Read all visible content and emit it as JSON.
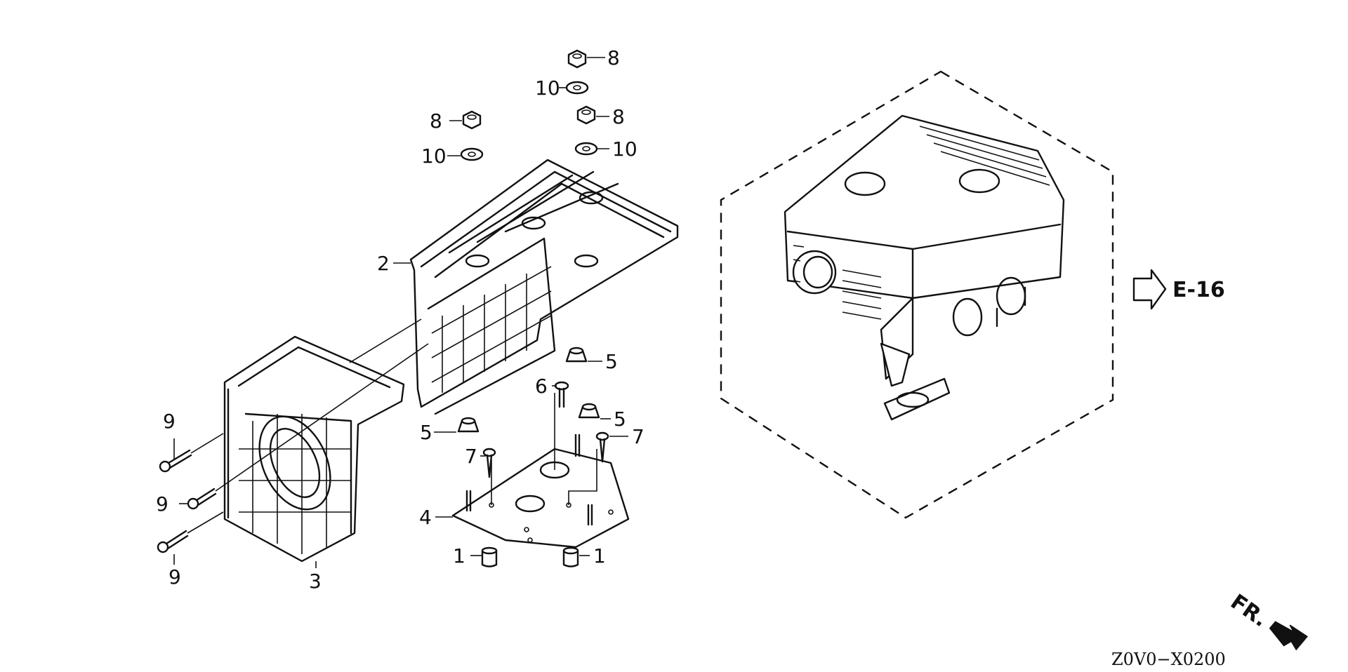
{
  "diagram": {
    "callouts": {
      "c1a": "1",
      "c1b": "1",
      "c2": "2",
      "c3": "3",
      "c4": "4",
      "c5a": "5",
      "c5b": "5",
      "c5c": "5",
      "c6": "6",
      "c7a": "7",
      "c7b": "7",
      "c8a": "8",
      "c8b": "8",
      "c8c": "8",
      "c9a": "9",
      "c9b": "9",
      "c9c": "9",
      "c10a": "10",
      "c10b": "10",
      "c10c": "10"
    },
    "reference": "E-16",
    "direction": "FR.",
    "drawing_code": "Z0V0−X0200"
  }
}
